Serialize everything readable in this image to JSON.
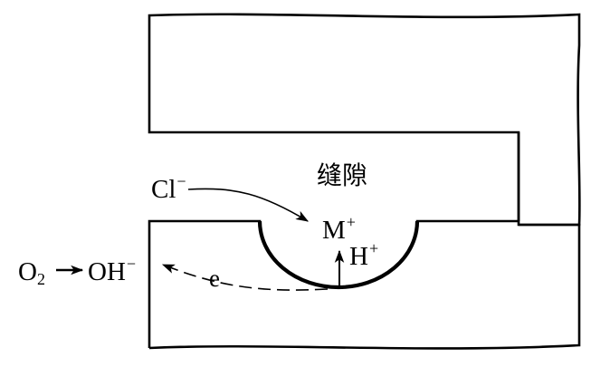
{
  "diagram": {
    "crevice_label": "缝隙",
    "chloride": {
      "base": "Cl",
      "sup": "−"
    },
    "metal_ion": {
      "base": "M",
      "sup": "+"
    },
    "hydrogen_ion": {
      "base": "H",
      "sup": "+"
    },
    "electron": "e",
    "oxygen": {
      "base": "O",
      "sub": "2"
    },
    "hydroxide": {
      "base": "OH",
      "sup": "−"
    }
  },
  "colors": {
    "line": "#000000",
    "background": "#ffffff"
  }
}
